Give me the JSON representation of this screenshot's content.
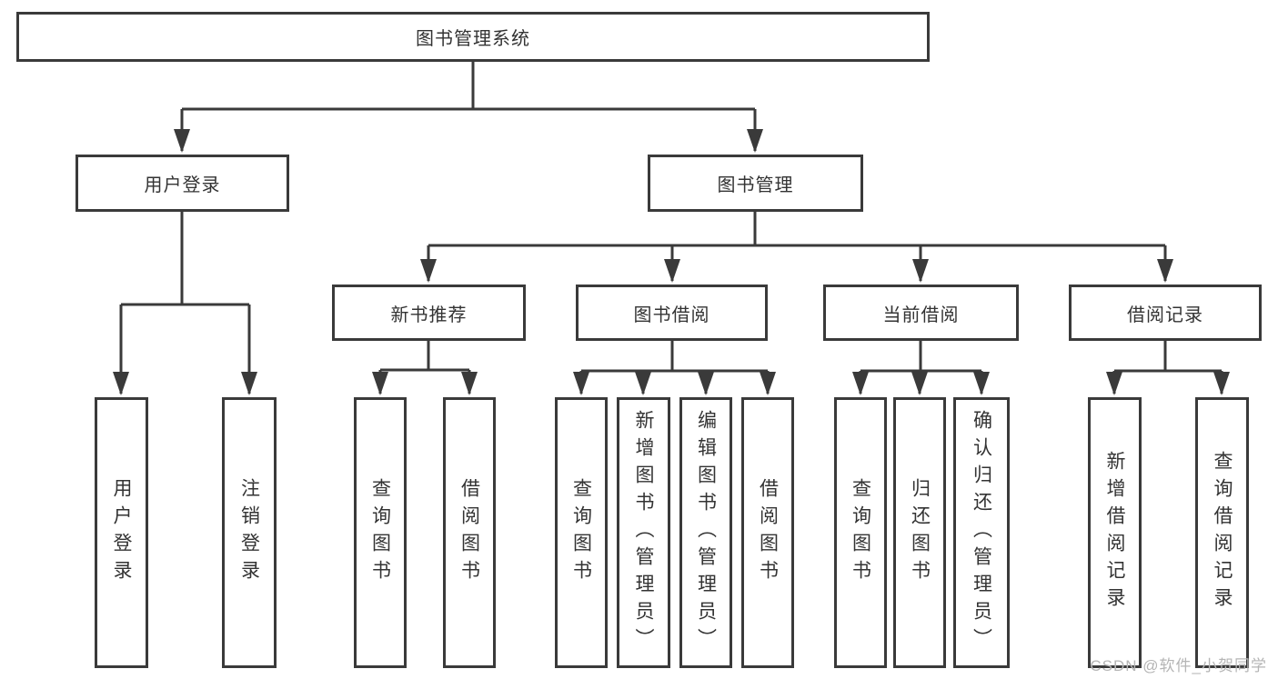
{
  "tree": {
    "root": "图书管理系统",
    "children": [
      {
        "label": "用户登录",
        "children": [
          "用户登录",
          "注销登录"
        ]
      },
      {
        "label": "图书管理",
        "children": [
          {
            "label": "新书推荐",
            "children": [
              "查询图书",
              "借阅图书"
            ]
          },
          {
            "label": "图书借阅",
            "children": [
              "查询图书",
              "新增图书（管理员）",
              "编辑图书（管理员）",
              "借阅图书"
            ]
          },
          {
            "label": "当前借阅",
            "children": [
              "查询图书",
              "归还图书",
              "确认归还（管理员）"
            ]
          },
          {
            "label": "借阅记录",
            "children": [
              "新增借阅记录",
              "查询借阅记录"
            ]
          }
        ]
      }
    ]
  },
  "watermark": {
    "text": "CSDN @软件_小贺同学"
  },
  "colors": {
    "line": "#3a3a3a",
    "box_border": "#3a3a3a",
    "text": "#333333",
    "watermark": "#b5b5b5",
    "background": "#ffffff"
  }
}
